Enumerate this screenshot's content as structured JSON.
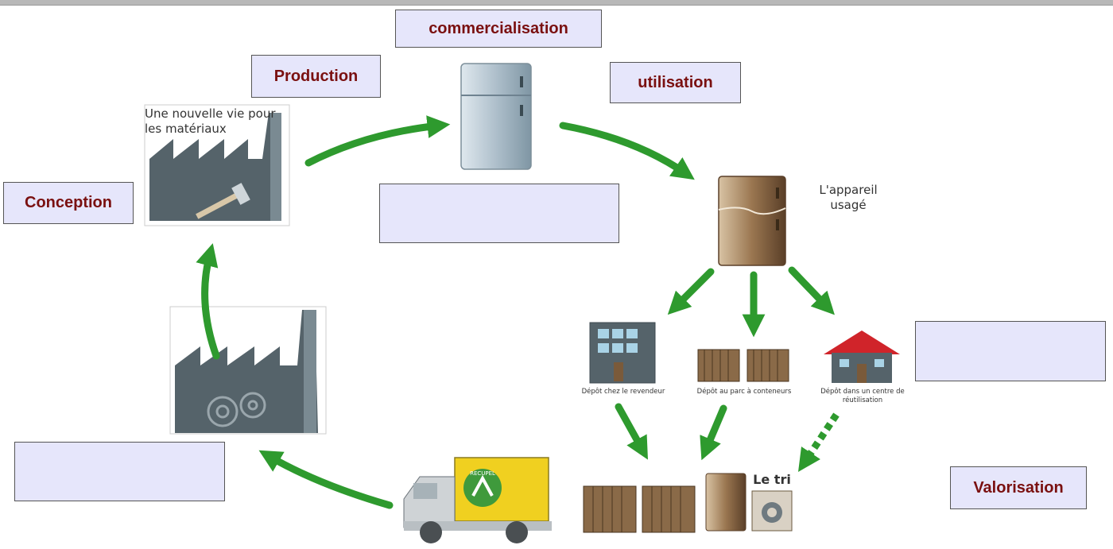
{
  "labels": {
    "commercialisation": "commercialisation",
    "production": "Production",
    "utilisation": "utilisation",
    "conception": "Conception",
    "valorisation": "Valorisation",
    "blank_center": "",
    "blank_right": "",
    "blank_bottom_left": ""
  },
  "captions": {
    "factory_top": "Une nouvelle vie pour les matériaux",
    "used_appliance": "L'appareil usagé",
    "reseller": "Dépôt chez le revendeur",
    "container_park": "Dépôt au parc à conteneurs",
    "reuse_center": "Dépôt dans un centre de réutilisation",
    "sorting": "Le tri",
    "truck_logo": "RECUPEL"
  },
  "colors": {
    "arrow": "#2e9a2e",
    "label_bg": "#e6e6fb",
    "label_text": "#7a1010",
    "factory": "#55636a",
    "fridge_new": "#b8c8d2",
    "fridge_old": "#8a6a48",
    "truck_yellow": "#f0d020",
    "roof_red": "#d0242a"
  }
}
